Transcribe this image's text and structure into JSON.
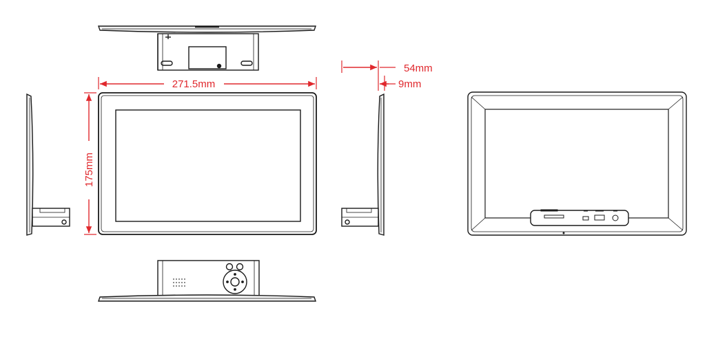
{
  "dimensions": {
    "width_label": "271.5mm",
    "height_label": "175mm",
    "stand_depth_label": "54mm",
    "frame_depth_label": "9mm"
  },
  "colors": {
    "line": "#1a1a1a",
    "dimension": "#e0282d",
    "background": "#ffffff"
  }
}
